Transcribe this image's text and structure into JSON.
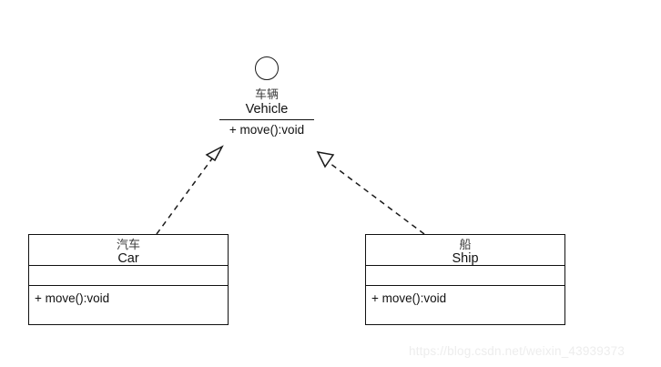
{
  "diagram": {
    "type": "uml-class-diagram",
    "notation": "realization",
    "background_color": "#ffffff",
    "line_color": "#111111"
  },
  "interface": {
    "icon": "interface-circle-icon",
    "name_cn": "车辆",
    "name_en": "Vehicle",
    "operations": [
      "+ move():void"
    ]
  },
  "classes": [
    {
      "id": "car",
      "name_cn": "汽车",
      "name_en": "Car",
      "attributes": [],
      "operations": [
        "+ move():void"
      ]
    },
    {
      "id": "ship",
      "name_cn": "船",
      "name_en": "Ship",
      "attributes": [],
      "operations": [
        "+ move():void"
      ]
    }
  ],
  "relationships": [
    {
      "id": "car-implements-vehicle",
      "kind": "realization",
      "line_style": "dashed",
      "arrowhead": "hollow-triangle",
      "from": "Car",
      "to": "Vehicle"
    },
    {
      "id": "ship-implements-vehicle",
      "kind": "realization",
      "line_style": "dashed",
      "arrowhead": "hollow-triangle",
      "from": "Ship",
      "to": "Vehicle"
    }
  ],
  "watermark": {
    "text": "https://blog.csdn.net/weixin_43939373",
    "color": "#ededed"
  }
}
